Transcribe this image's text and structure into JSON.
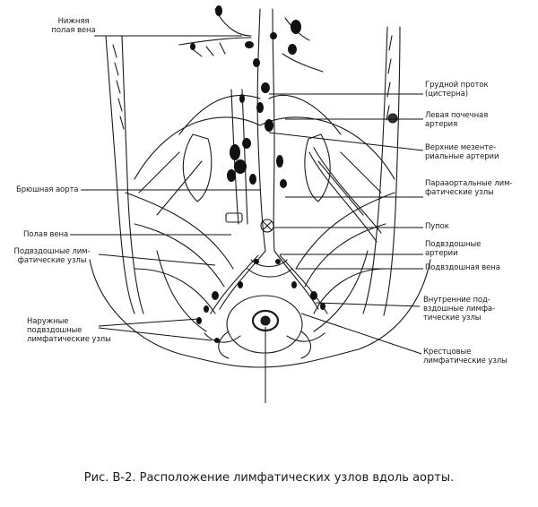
{
  "figure": {
    "labels": {
      "vena_cava_top": "Нижняя\nполая вена",
      "chest_duct": "Грудной проток\n(цистерна)",
      "left_renal_artery": "Левая почечная\nартерия",
      "superior_mesenteric": "Верхние мезенте-\nриальные артерии",
      "abdominal_aorta": "Брюшная аорта",
      "para_aortic_nodes": "Парааортальные лим-\nфатические узлы",
      "vena_cava": "Полая вена",
      "ureter": "Пупок",
      "iliac_nodes": "Подвздошные лим-\nфатические узлы",
      "iliac_artery": "Подвздошные\nартерии",
      "iliac_vein": "Подвздошная вена",
      "internal_iliac_nodes": "Внутренние под-\nвздошные лимфа-\nтические узлы",
      "external_iliac_nodes": "Наружные\nподвздошные\nлимфатические узлы",
      "sacral_nodes": "Крестцовые\nлимфатические узлы"
    },
    "caption": "Рис. В-2. Расположение лимфатических узлов вдоль аорты."
  }
}
